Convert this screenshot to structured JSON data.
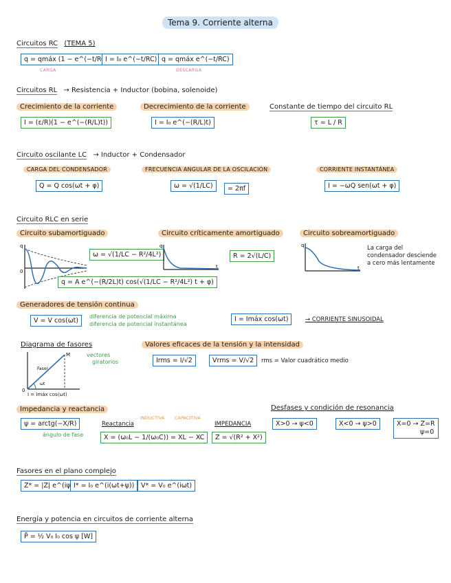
{
  "title": "Tema 9. Corriente alterna",
  "rc": {
    "heading": "Circuitos RC",
    "ref": "(TEMA 5)",
    "f_carga": "q = qmáx (1 − e^(−t/RC))",
    "f_mid": "I = I₀ e^(−t/RC)",
    "f_descarga": "q = qmáx e^(−t/RC)",
    "lbl_carga": "CARGA",
    "lbl_descarga": "DESCARGA"
  },
  "rl": {
    "heading": "Circuitos RL",
    "desc": "→ Resistencia + Inductor (bobina, solenoide)",
    "crec": "Crecimiento de la corriente",
    "decr": "Decrecimiento de la corriente",
    "const": "Constante de tiempo del circuito RL",
    "f_crec": "I = (ε/R)(1 − e^(−(R/L)t))",
    "f_decr": "I = I₀ e^(−(R/L)t)",
    "f_tau": "τ = L / R"
  },
  "lc": {
    "heading": "Circuito oscilante LC",
    "desc": "→ Inductor + Condensador",
    "carga": "CARGA DEL CONDENSADOR",
    "freq": "FRECUENCIA ANGULAR DE LA OSCILACIÓN",
    "corr": "CORRIENTE INSTANTÁNEA",
    "f_carga": "Q = Q cos(ωt + φ)",
    "f_w": "ω = √(1/LC)",
    "f_2pif": "= 2πf",
    "f_corr": "I = −ωQ sen(ωt + φ)"
  },
  "rlc": {
    "heading": "Circuito RLC en serie",
    "sub": "Circuito subamortiguado",
    "crit": "Circuito críticamente amortiguado",
    "sobre": "Circuito sobreamortiguado",
    "f_w": "ω = √(1/LC − R²/4L²)",
    "f_q": "q = A e^(−(R/2L)t) cos(√(1/LC − R²/4L²) t + φ)",
    "f_crit": "R = 2√(L/C)",
    "desc1": "La carga del",
    "desc2": "condensador desciende",
    "desc3": "a cero más lentamente",
    "ax_q": "q",
    "ax_t": "t",
    "ax_0": "0"
  },
  "gen": {
    "heading": "Generadores de tensión continua",
    "f_v": "V = V cos(ωt)",
    "n1": "diferencia de potencial máxima",
    "n2": "diferencia de potencial instantánea",
    "f_i": "I = Imáx cos(ωt)",
    "arrow_lbl": "→ CORRIENTE SINUSOIDAL"
  },
  "fas": {
    "heading": "Diagrama de fasores",
    "vect1": "vectores",
    "vect2": "giratorios",
    "fasor": "Fasor",
    "wt": "ωt",
    "axis": "I = Imáx cos(ωt)",
    "p_m": "M",
    "p_o": "0"
  },
  "ef": {
    "heading": "Valores eficaces de la tensión y la intensidad",
    "f_irms": "Irms = I/√2",
    "f_vrms": "Vrms = V/√2",
    "note": "rms = Valor cuadrático medio"
  },
  "imp": {
    "heading": "Impedancia y reactancia",
    "f_psi": "ψ = arctg(−X/R)",
    "psi_note": "ángulo de fase",
    "react": "Reactancia",
    "inductiva": "INDUCTIVA",
    "capacitiva": "CAPACITIVA",
    "impedancia": "IMPEDANCIA",
    "f_x": "X = (ω₀L − 1/(ω₀C)) = XL − XC",
    "f_z": "Z = √(R² + X²)"
  },
  "des": {
    "heading": "Desfases y condición de resonancia",
    "f1": "X>0 → ψ<0",
    "f2": "X<0 → ψ>0",
    "f3a": "X=0 → Z=R",
    "f3b": "ψ=0"
  },
  "faso": {
    "heading": "Fasores en el plano complejo",
    "f1": "Z* = |Z| e^(iψ)",
    "f2": "I* = I₀ e^(i(ωt+ψ))",
    "f3": "V* = V₀ e^(iωt)"
  },
  "ene": {
    "heading": "Energía y potencia en circuitos de corriente alterna",
    "f1": "P̄ = ½ V₀ I₀ cos ψ  [W]"
  },
  "colors": {
    "blue": "#2f6fae",
    "green": "#3f9a4a",
    "orange": "#f7d3ad",
    "title_bg": "#cfe3f5"
  }
}
